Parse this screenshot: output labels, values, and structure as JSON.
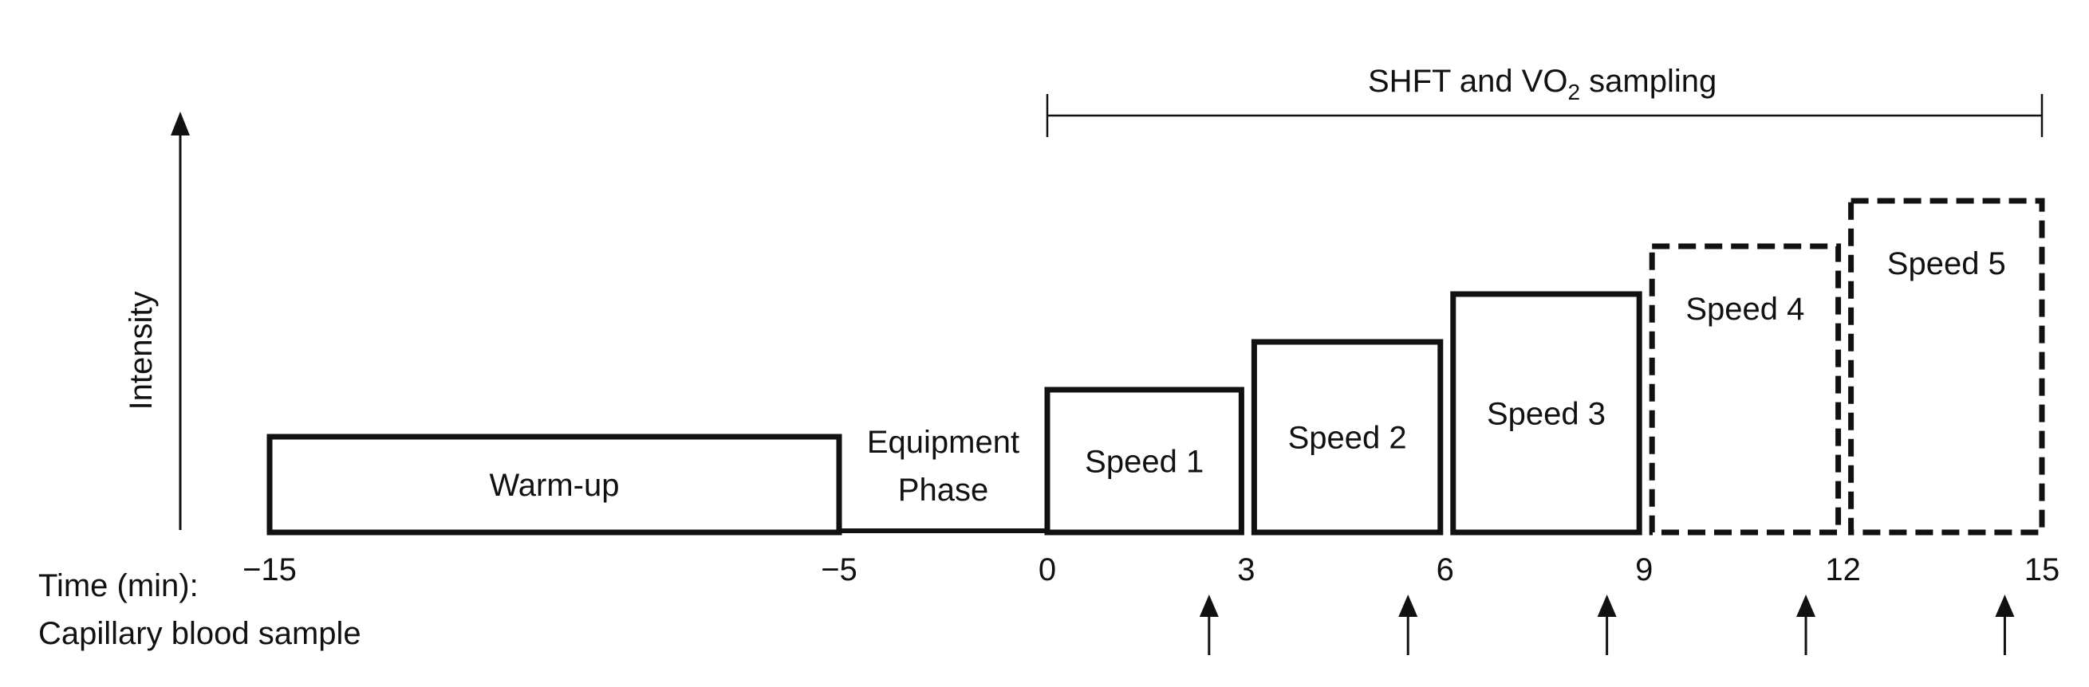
{
  "header": {
    "sampling_label": "SHFT and VO",
    "sampling_subscript": "2",
    "sampling_suffix": " sampling"
  },
  "y_axis": {
    "label": "Intensity"
  },
  "phases": [
    {
      "label": "Warm-up",
      "start": -15,
      "end": -5,
      "style": "solid"
    },
    {
      "label_lines": [
        "Equipment",
        "Phase"
      ],
      "start": -5,
      "end": 0,
      "style": "baseline"
    },
    {
      "label": "Speed 1",
      "start": 0,
      "end": 3,
      "style": "solid"
    },
    {
      "label": "Speed 2",
      "start": 3,
      "end": 6,
      "style": "solid"
    },
    {
      "label": "Speed 3",
      "start": 6,
      "end": 9,
      "style": "solid"
    },
    {
      "label": "Speed 4",
      "start": 9,
      "end": 12,
      "style": "dashed"
    },
    {
      "label": "Speed 5",
      "start": 12,
      "end": 15,
      "style": "dashed"
    }
  ],
  "time_axis": {
    "label": "Time (min):",
    "ticks": [
      "−15",
      "−5",
      "0",
      "3",
      "6",
      "9",
      "12",
      "15"
    ]
  },
  "blood_sample": {
    "label": "Capillary blood sample",
    "times_min": [
      2.5,
      5.5,
      8.5,
      11.5,
      14.5
    ]
  }
}
